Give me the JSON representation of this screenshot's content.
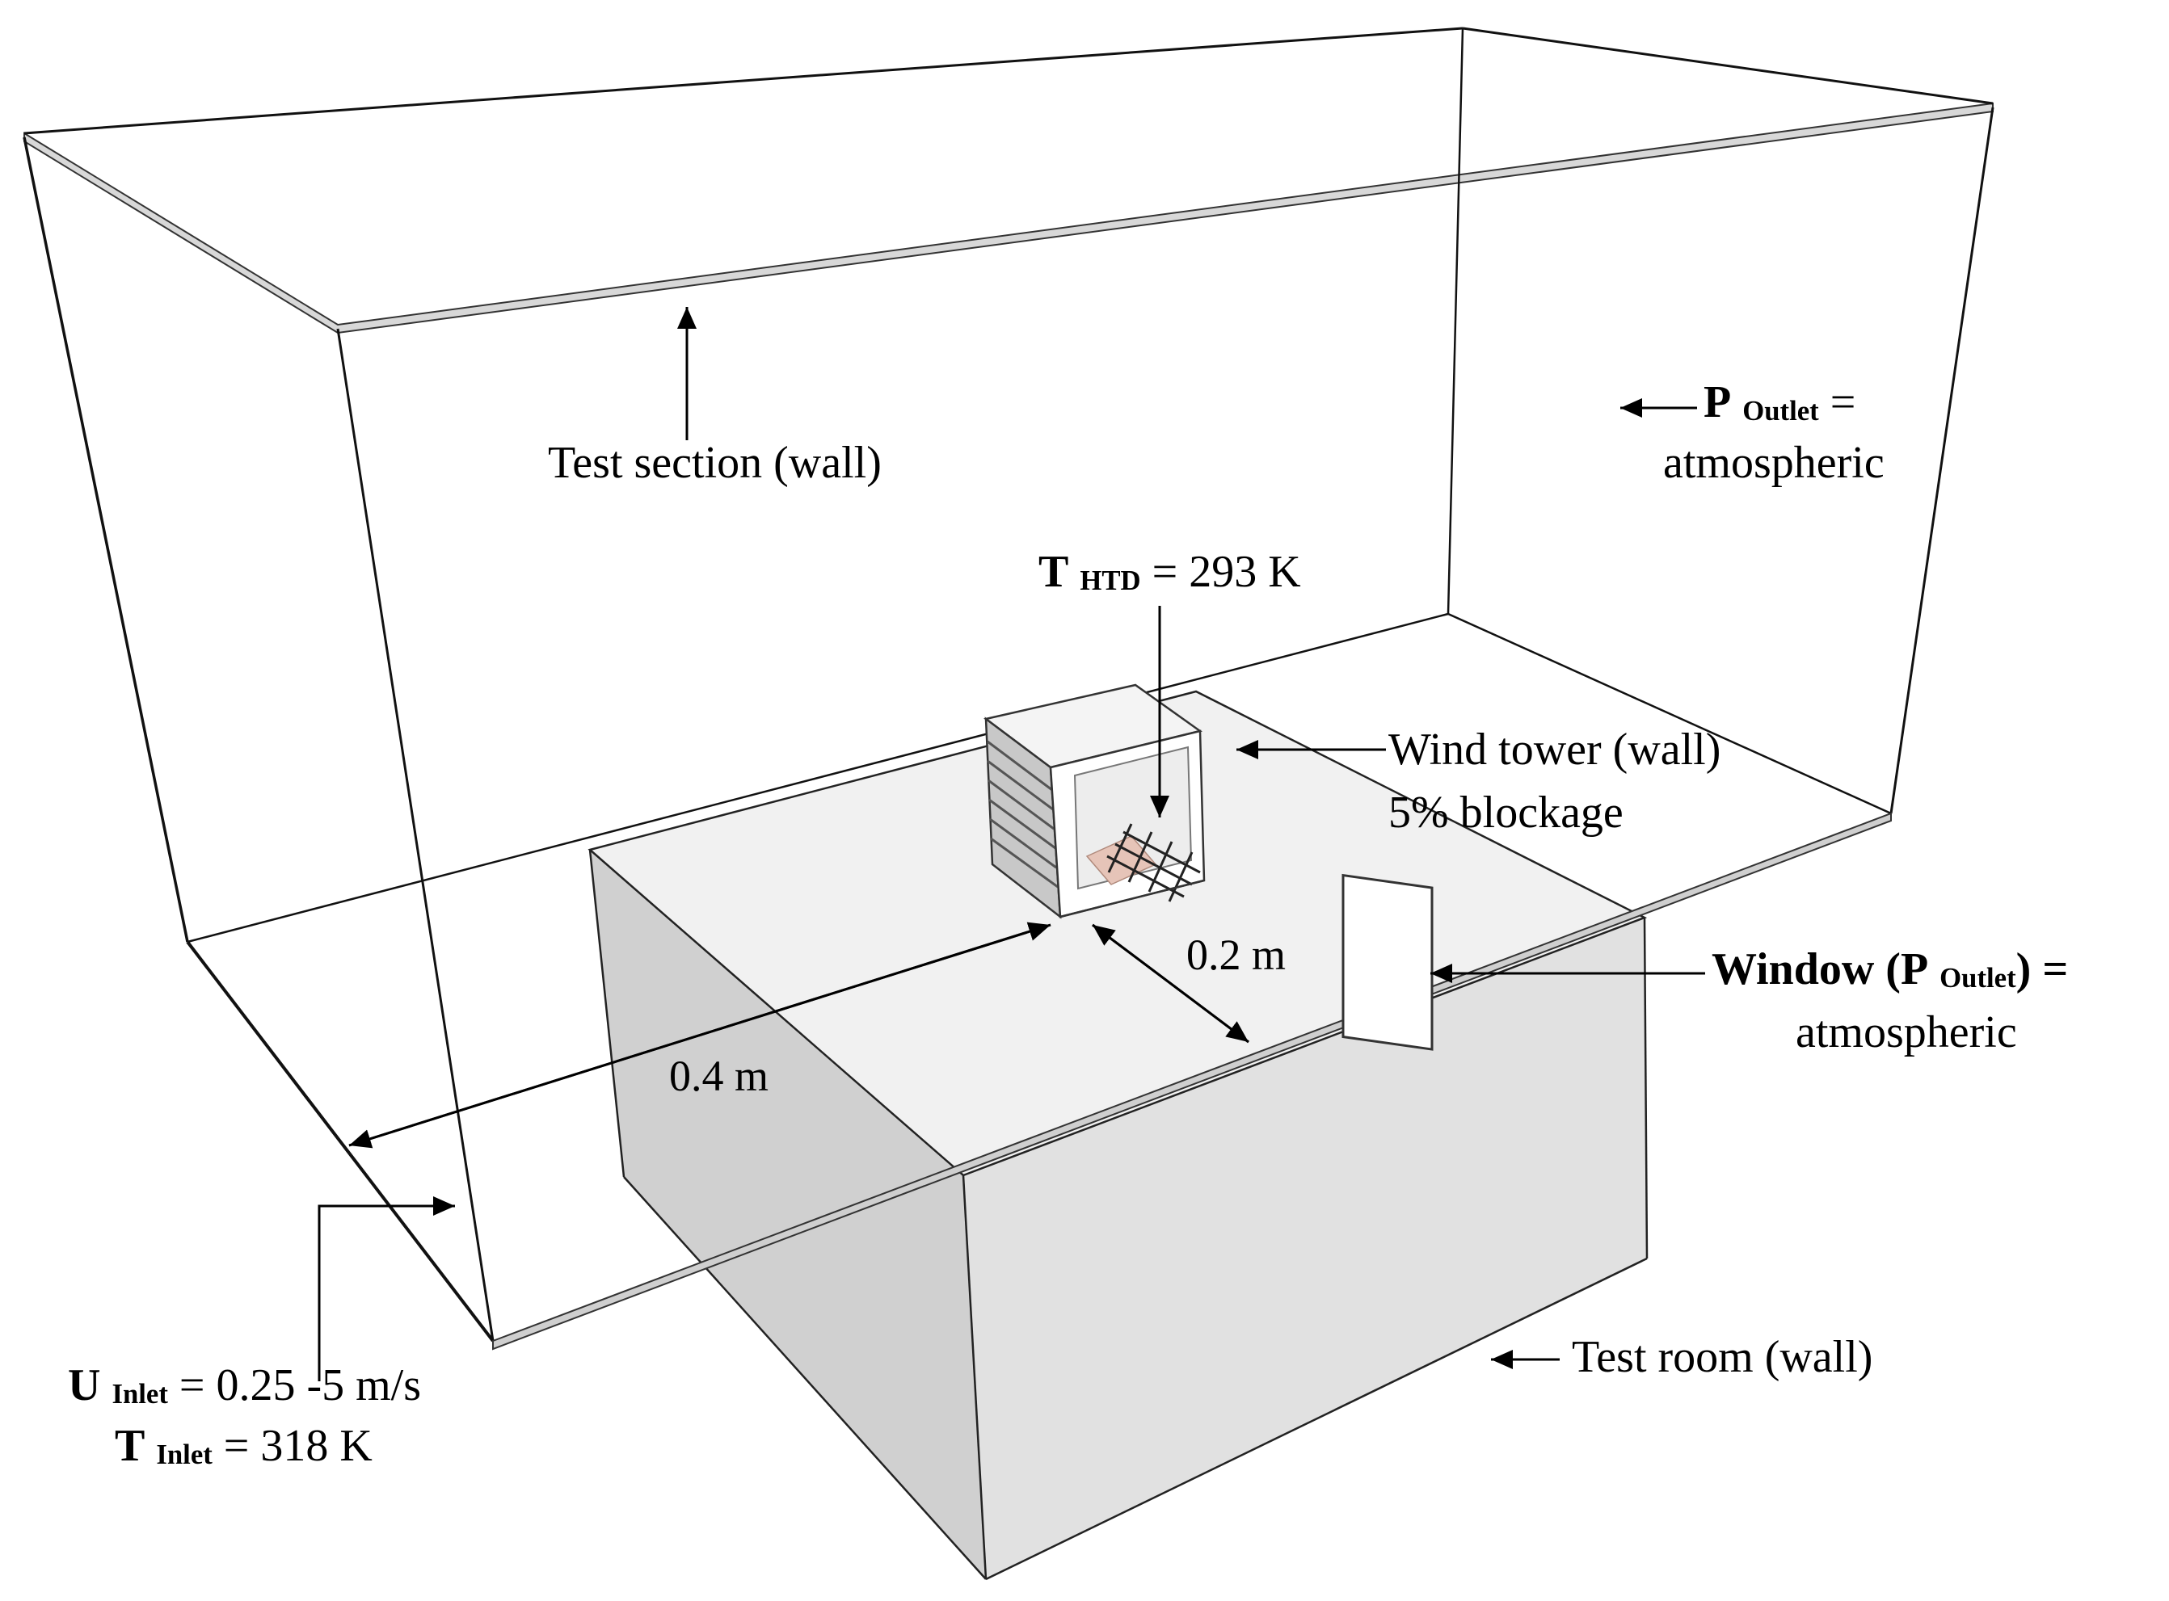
{
  "labels": {
    "test_section": "Test section (wall)",
    "p_outlet": {
      "symbol": "P",
      "subscript": "Outlet",
      "eq": "=",
      "value": "atmospheric"
    },
    "t_htd": {
      "symbol": "T",
      "subscript": "HTD",
      "value": "= 293 K"
    },
    "wind_tower": {
      "line1": "Wind tower (wall)",
      "line2": "5% blockage"
    },
    "dim_02": "0.2 m",
    "dim_04": "0.4 m",
    "window": {
      "word": "Window",
      "open": "(",
      "symbol": "P",
      "subscript": "Outlet",
      "close": ")",
      "eq": "=",
      "value": "atmospheric"
    },
    "u_inlet": {
      "symbol": "U",
      "subscript": "Inlet",
      "value": "= 0.25  -5 m/s"
    },
    "t_inlet": {
      "symbol": "T",
      "subscript": "Inlet",
      "value": "= 318  K"
    },
    "test_room": "Test room (wall)"
  }
}
